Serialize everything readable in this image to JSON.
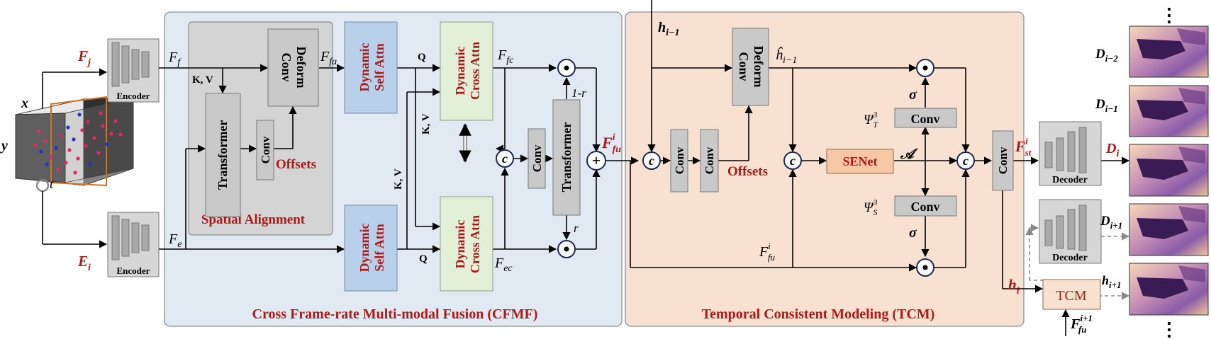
{
  "panels": {
    "cfmf": "Cross Frame-rate Multi-modal Fusion (CFMF)",
    "tcm": "Temporal Consistent Modeling (TCM)",
    "spatial_alignment": "Spatial Alignment"
  },
  "input": {
    "x_label": "x",
    "y_label": "y",
    "t_label": "t",
    "fj_label": "F",
    "fj_sub": "j",
    "ei_label": "E",
    "ei_sub": "i"
  },
  "encoder_label": "Encoder",
  "decoder_label": "Decoder",
  "features": {
    "f_f": "F",
    "f_f_sub": "f",
    "f_e": "F",
    "f_e_sub": "e",
    "f_fa": "F",
    "f_fa_sub": "fa",
    "f_fc": "F",
    "f_fc_sub": "fc",
    "f_ec": "F",
    "f_ec_sub": "ec",
    "f_fu": "F",
    "f_fu_sub": "fu",
    "f_fu_sup": "i",
    "f_st": "F",
    "f_st_sub": "st",
    "f_st_sup": "i",
    "f_fu_next": "F",
    "f_fu_next_sub": "fu",
    "f_fu_next_sup": "i+1"
  },
  "blocks": {
    "deform_conv_line1": "Deform",
    "deform_conv_line2": "Conv",
    "transformer": "Transformer",
    "conv": "Conv",
    "offsets": "Offsets",
    "dyn_self_line1": "Dynamic",
    "dyn_self_line2": "Self Attn",
    "dyn_cross_line1": "Dynamic",
    "dyn_cross_line2": "Cross Attn",
    "senet": "SENet",
    "tcm": "TCM"
  },
  "labels": {
    "kv": "K, V",
    "q": "Q",
    "one_minus_r": "1-r",
    "r": "r",
    "sigma": "σ",
    "calA": "𝒜",
    "psi_t": "Ψ",
    "psi_t_sub": "T",
    "psi_t_sup": "3",
    "psi_s": "Ψ",
    "psi_s_sub": "S",
    "psi_s_sup": "3",
    "h": "h",
    "h_prev_sub": "i−1",
    "h_i_sub": "i",
    "h_next_sub": "i+1",
    "h_hat": "ĥ",
    "h_hat_sub": "i−1",
    "c_op": "c",
    "plus_op": "+",
    "dot_op": "•",
    "vdots": "⋮"
  },
  "outputs": {
    "d": "D",
    "d_im2": "i−2",
    "d_im1": "i−1",
    "d_i": "i",
    "d_ip1": "i+1"
  },
  "colors": {
    "cfmf_bg": "#e1eaf3",
    "tcm_bg": "#f8e1d0",
    "spatial_bg": "#d4d4d4",
    "self_attn": "#b8d0ea",
    "cross_attn": "#e3f0d8",
    "senet": "#f7c7a6",
    "gray_block": "#c9c9c9",
    "label_red": "#b01818"
  }
}
